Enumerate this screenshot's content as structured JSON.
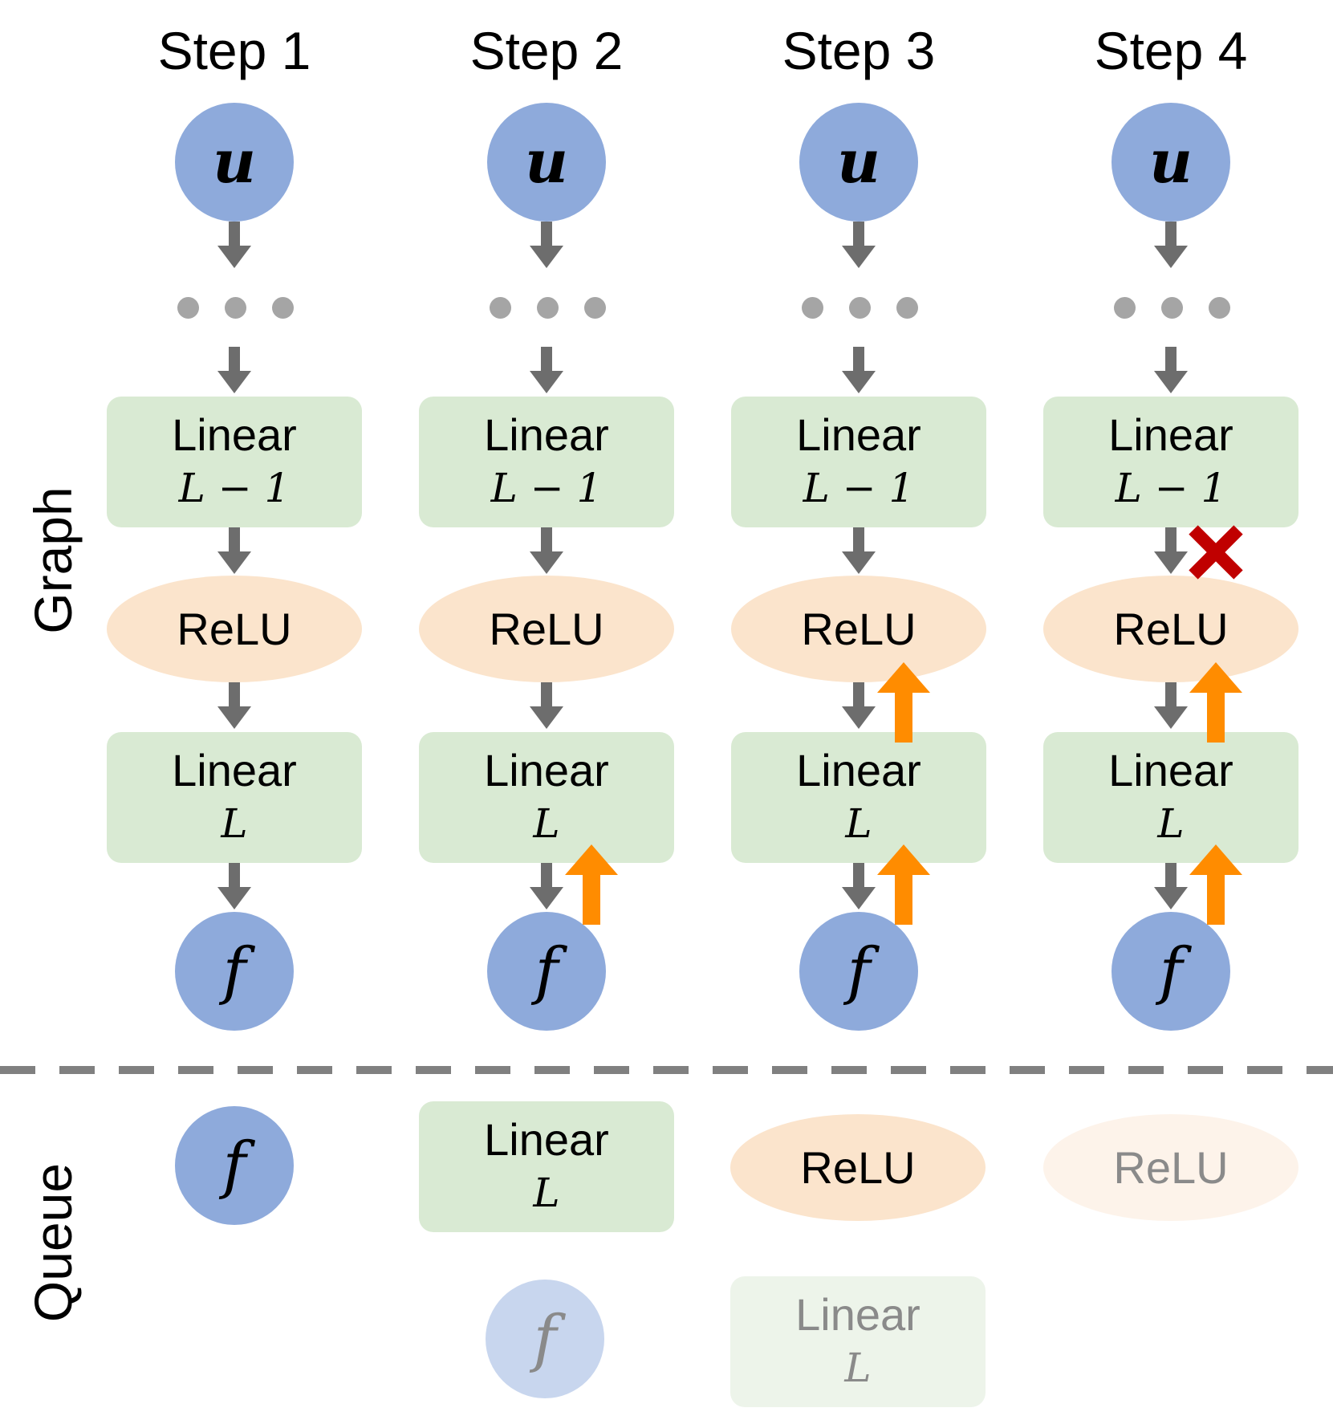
{
  "steps": [
    {
      "title": "Step 1"
    },
    {
      "title": "Step 2"
    },
    {
      "title": "Step 3"
    },
    {
      "title": "Step 4"
    }
  ],
  "labels": {
    "graph": "Graph",
    "queue": "Queue"
  },
  "nodes": {
    "input_symbol": "u",
    "output_symbol": "f",
    "linear_label": "Linear",
    "linear_prev_index": "L − 1",
    "linear_last_index": "L",
    "relu_label": "ReLU"
  },
  "queue": [
    {
      "step": 1,
      "items": [
        {
          "kind": "output",
          "faded": false
        }
      ]
    },
    {
      "step": 2,
      "items": [
        {
          "kind": "linear",
          "faded": false
        },
        {
          "kind": "output",
          "faded": true
        }
      ]
    },
    {
      "step": 3,
      "items": [
        {
          "kind": "relu",
          "faded": false
        },
        {
          "kind": "linear",
          "faded": true
        }
      ]
    },
    {
      "step": 4,
      "items": [
        {
          "kind": "relu",
          "faded": true
        }
      ]
    }
  ],
  "highlighted_backward_edges": {
    "step_1": [],
    "step_2": [
      "f<-Linear L"
    ],
    "step_3": [
      "f<-Linear L",
      "Linear L<-ReLU"
    ],
    "step_4": [
      "f<-Linear L",
      "Linear L<-ReLU"
    ]
  },
  "blocked_edges": {
    "step_4": [
      "ReLU<-Linear L-1"
    ]
  },
  "colors": {
    "circle_node": "#8eaadb",
    "linear_node": "#d9ead3",
    "relu_node": "#fbe4cc",
    "forward_arrow": "#6d6d6d",
    "backward_arrow": "#ff8c00",
    "blocked_mark": "#c00000",
    "separator": "#808080"
  },
  "icons": {
    "forward_arrow": "arrow-down-icon",
    "backward_arrow": "arrow-up-icon",
    "blocked_mark": "cross-icon",
    "ellipsis": "ellipsis-dots-icon"
  }
}
